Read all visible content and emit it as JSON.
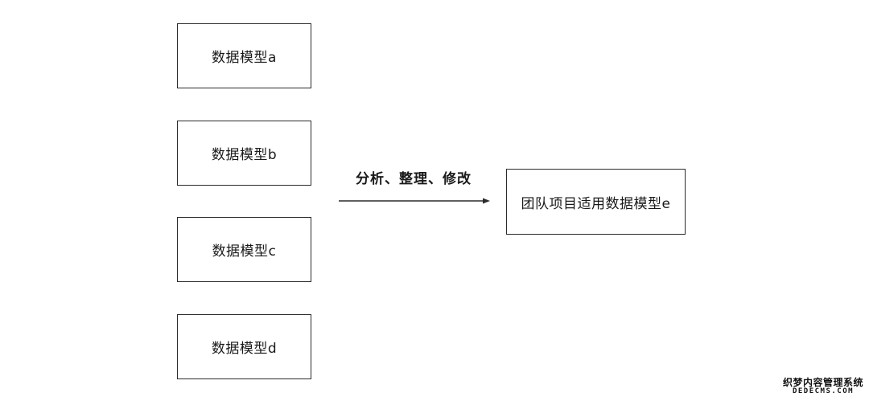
{
  "sources": [
    {
      "label": "数据模型a"
    },
    {
      "label": "数据模型b"
    },
    {
      "label": "数据模型c"
    },
    {
      "label": "数据模型d"
    }
  ],
  "process": {
    "label": "分析、整理、修改"
  },
  "target": {
    "label": "团队项目适用数据模型e"
  },
  "watermark": {
    "cn": "织梦内容管理系统",
    "en": "DEDECMS.COM"
  }
}
